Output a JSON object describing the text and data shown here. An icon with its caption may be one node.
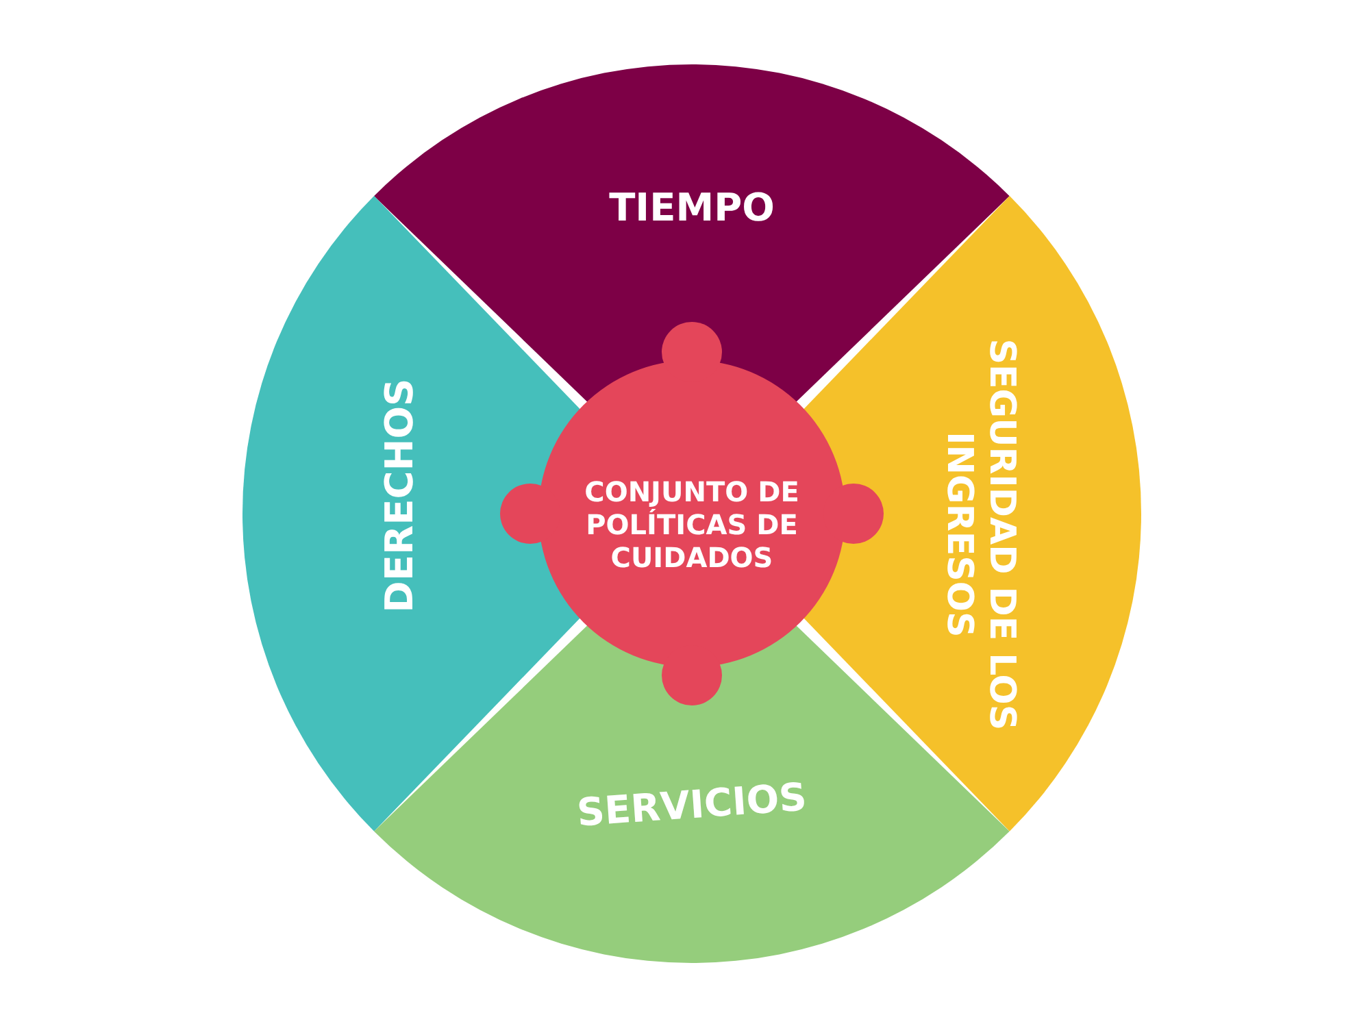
{
  "diagram": {
    "nodes": [
      {
        "text": [
          "TIEMPO"
        ]
      },
      {
        "text": [
          "DERECHOS"
        ]
      },
      {
        "text": [
          "CONJUNTO DE POLÍTICAS DE CUIDADOS"
        ]
      },
      {
        "text": [
          "SEGURIDAD DE LOS INGRESOS"
        ]
      },
      {
        "text": [
          "SERVICIOS"
        ]
      }
    ],
    "edges": []
  }
}
